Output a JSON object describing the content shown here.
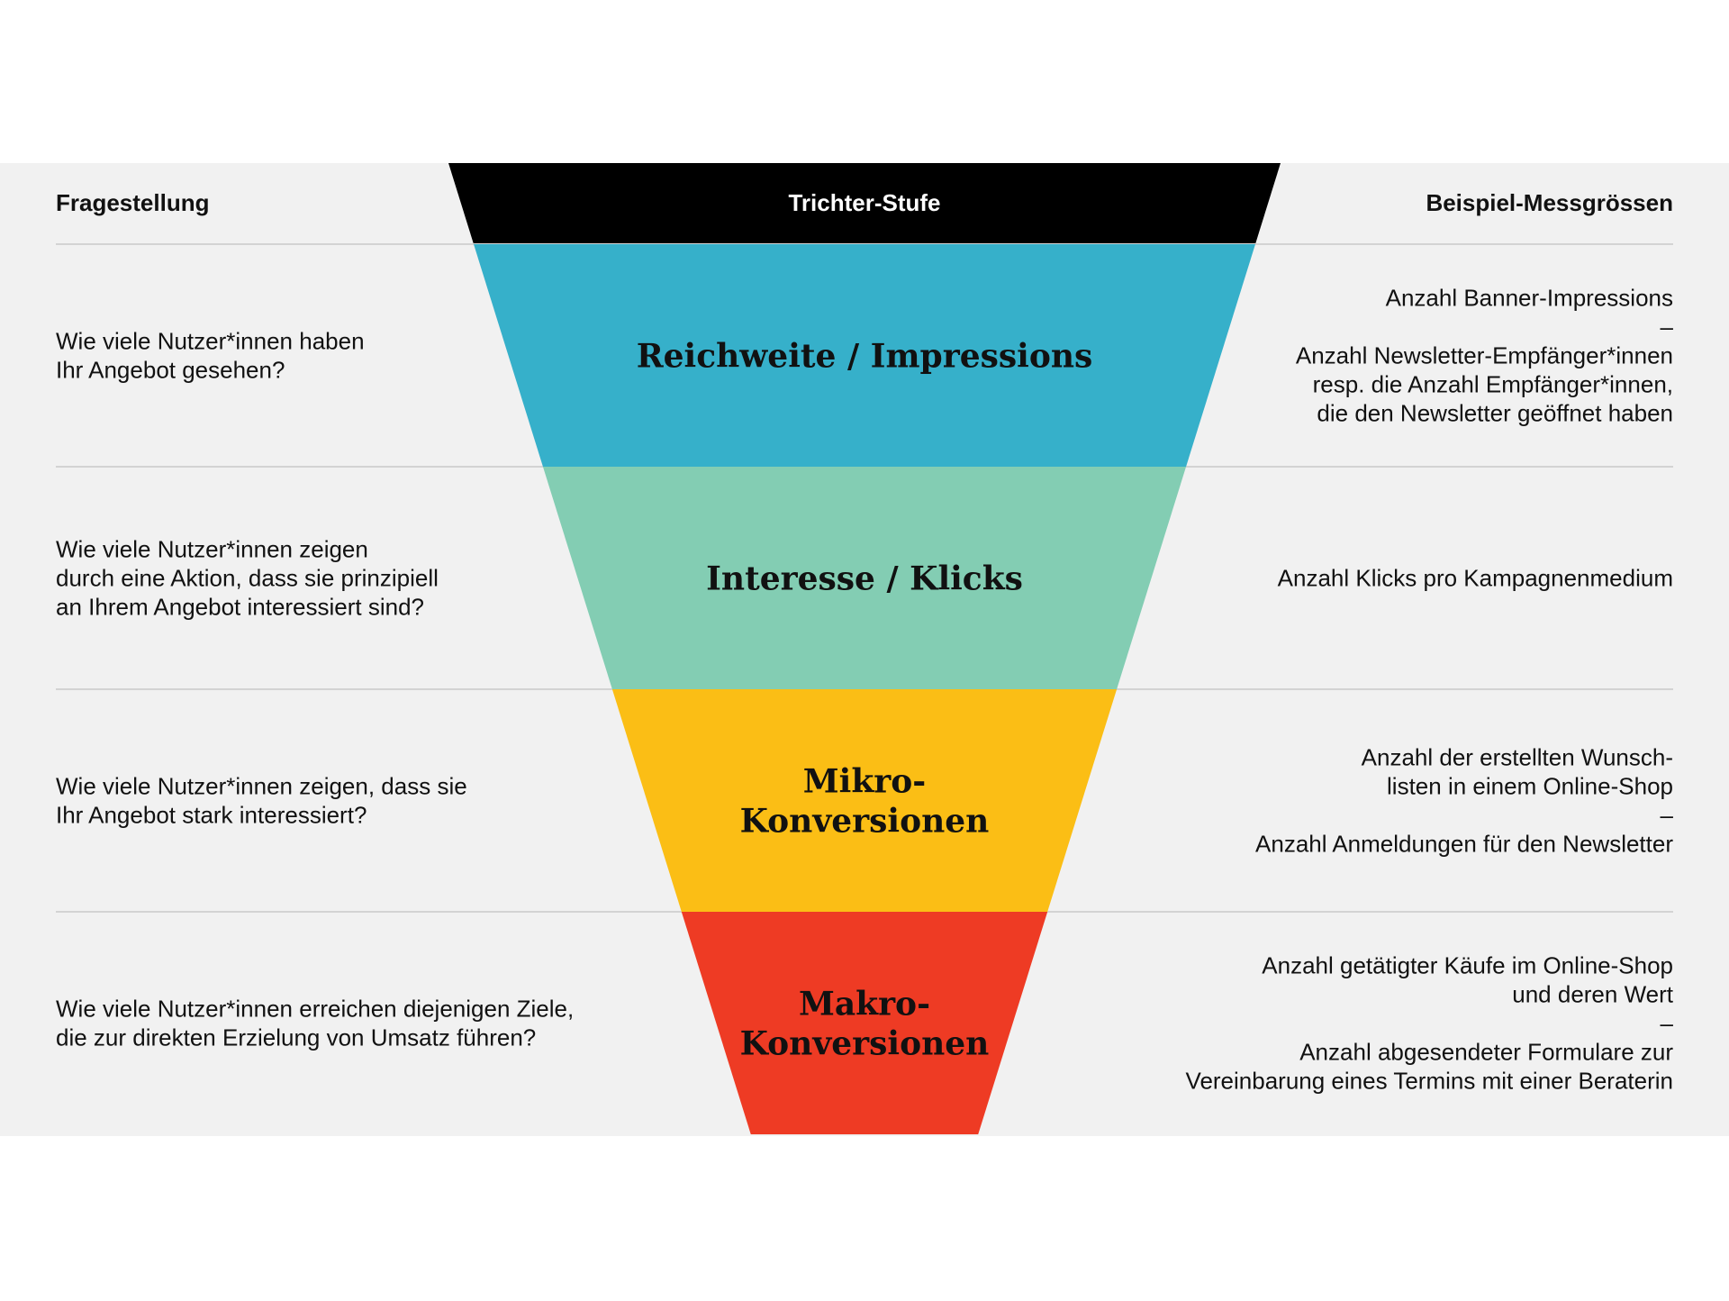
{
  "colors": {
    "panel_background": "#f1f1f1",
    "header_band": "#000000",
    "divider": "#d3d3d3"
  },
  "headers": {
    "left": "Fragestellung",
    "center": "Trichter-Stufe",
    "right": "Beispiel-Messgrössen"
  },
  "stages": [
    {
      "label_lines": [
        "Reichweite / Impressions"
      ],
      "color": "#36b0ca",
      "question_lines": [
        "Wie viele Nutzer*innen haben",
        "Ihr Angebot gesehen?"
      ],
      "metric_lines": [
        "Anzahl Banner-Impressions",
        "–",
        "Anzahl Newsletter-Empfänger*innen",
        "resp. die Anzahl Empfänger*innen,",
        "die den Newsletter geöffnet haben"
      ]
    },
    {
      "label_lines": [
        "Interesse / Klicks"
      ],
      "color": "#83cdb3",
      "question_lines": [
        "Wie viele Nutzer*innen zeigen",
        "durch eine Aktion, dass sie prinzipiell",
        "an Ihrem Angebot interessiert sind?"
      ],
      "metric_lines": [
        "Anzahl Klicks pro Kampagnenmedium"
      ]
    },
    {
      "label_lines": [
        "Mikro-",
        "Konversionen"
      ],
      "color": "#fbbe15",
      "question_lines": [
        "Wie viele Nutzer*innen zeigen, dass sie",
        "Ihr Angebot stark interessiert?"
      ],
      "metric_lines": [
        "Anzahl der erstellten Wunsch-",
        "listen in einem Online-Shop",
        "–",
        "Anzahl Anmeldungen für den Newsletter"
      ]
    },
    {
      "label_lines": [
        "Makro-",
        "Konversionen"
      ],
      "color": "#ee3b24",
      "question_lines": [
        "Wie viele Nutzer*innen erreichen diejenigen Ziele,",
        "die zur direkten Erzielung von Umsatz führen?"
      ],
      "metric_lines": [
        "Anzahl getätigter Käufe im Online-Shop",
        "und deren Wert",
        "–",
        "Anzahl abgesendeter Formulare zur",
        "Vereinbarung eines Termins mit einer Beraterin"
      ]
    }
  ]
}
